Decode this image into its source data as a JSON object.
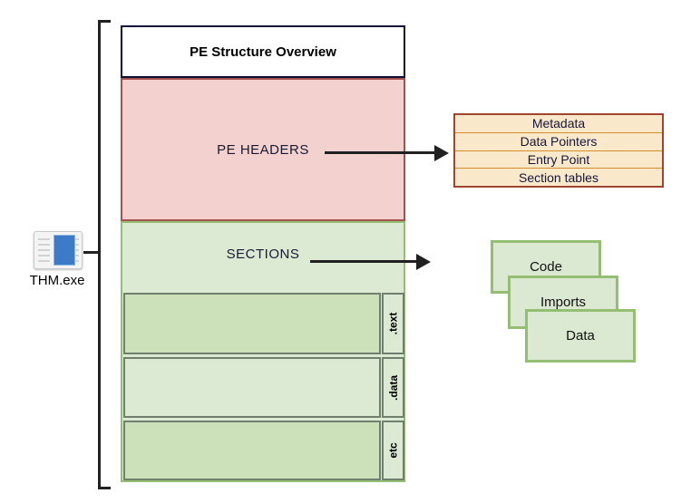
{
  "diagram": {
    "file": {
      "label": "THM.exe",
      "icon": "executable-file-icon"
    },
    "stack": {
      "title": "PE Structure Overview",
      "pe_headers_label": "PE HEADERS",
      "sections_label": "SECTIONS",
      "section_rows": [
        ".text",
        ".data",
        "etc"
      ]
    },
    "header_details": {
      "rows": [
        "Metadata",
        "Data Pointers",
        "Entry Point",
        "Section tables"
      ]
    },
    "section_cards": [
      "Code",
      "Imports",
      "Data"
    ],
    "colors": {
      "title_border": "#0d0d38",
      "pe_headers_fill": "#f2d1ce",
      "pe_headers_border": "#a5514d",
      "sections_fill_light": "#dcead3",
      "sections_fill_dark": "#cce0ba",
      "sections_border": "#94be72",
      "row_border": "#70806f",
      "details_fill": "#f9e9ca",
      "details_border": "#9e4532",
      "details_divider": "#d28e29",
      "arrow": "#212121",
      "icon_blue": "#3d7ac7"
    }
  }
}
